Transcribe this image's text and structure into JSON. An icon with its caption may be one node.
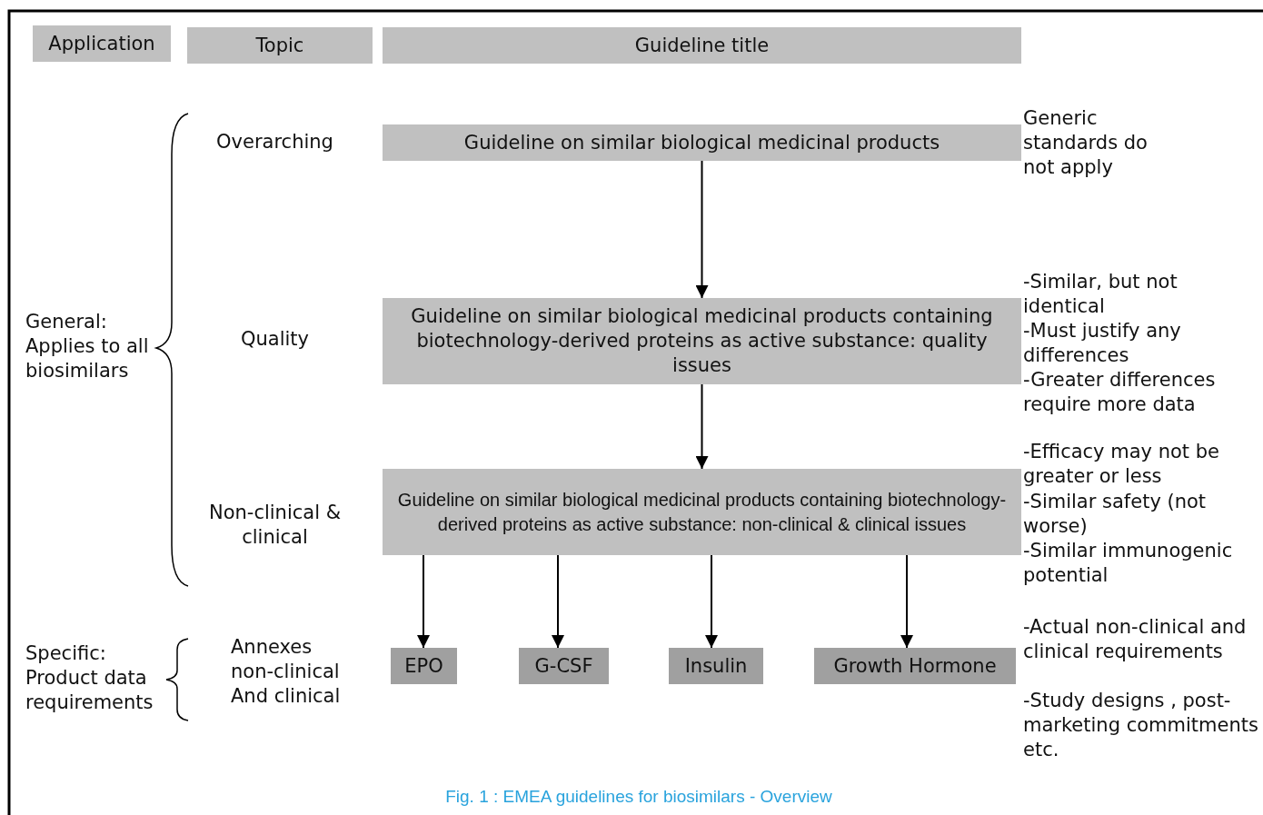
{
  "diagram": {
    "caption": "Fig. 1 : EMEA guidelines for biosimilars - Overview",
    "nodes": [
      {
        "text": [
          "Application"
        ]
      },
      {
        "text": [
          "Topic"
        ]
      },
      {
        "text": [
          "Guideline title"
        ]
      },
      {
        "text": [
          "Guideline on similar biological medicinal products"
        ]
      },
      {
        "text": [
          "Guideline on similar biological medicinal products containing biotechnology-derived proteins as active substance: quality issues"
        ]
      },
      {
        "text": [
          "Guideline on similar biological medicinal products containing biotechnology-derived proteins as active substance: non-clinical & clinical issues"
        ]
      },
      {
        "text": [
          "EPO"
        ]
      },
      {
        "text": [
          "G-CSF"
        ]
      },
      {
        "text": [
          "Insulin"
        ]
      },
      {
        "text": [
          "Growth Hormone"
        ]
      }
    ],
    "edges": [
      {
        "from": 3,
        "to": 4,
        "arrow": "to"
      },
      {
        "from": 4,
        "to": 5,
        "arrow": "to"
      },
      {
        "from": 5,
        "to": 6,
        "arrow": "to"
      },
      {
        "from": 5,
        "to": 7,
        "arrow": "to"
      },
      {
        "from": 5,
        "to": 8,
        "arrow": "to"
      },
      {
        "from": 5,
        "to": 9,
        "arrow": "to"
      }
    ],
    "labels": [
      "Overarching",
      "Generic standards do not apply",
      "-Similar, but not identical",
      "-Must justify any differences",
      "-Greater differences require more data",
      "General: Applies to all biosimilars",
      "Quality",
      "-Efficacy may not be greater or less",
      "-Similar safety (not worse)",
      "Non-clinical & clinical",
      "-Similar immunogenic potential",
      "Specific: Product data requirements",
      "Annexes non-clinical And clinical",
      "-Actual non-clinical and clinical requirements",
      "-Study designs , post-marketing commitments etc."
    ]
  }
}
